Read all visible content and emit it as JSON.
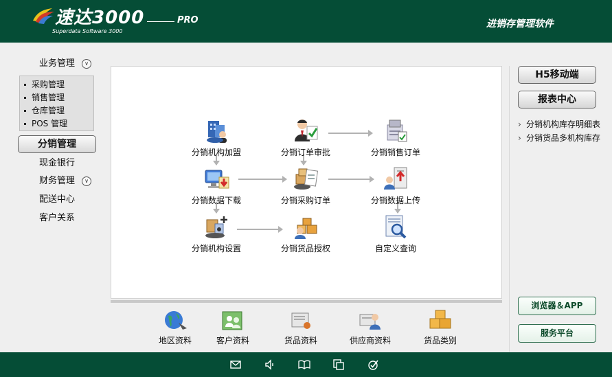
{
  "header": {
    "logo_text": "速达3000",
    "logo_badge": "PRO",
    "logo_sub": "Superdata Software 3000",
    "subtitle": "进销存管理软件",
    "brand_color": "#054d36"
  },
  "sidebar": {
    "items": [
      {
        "label": "业务管理",
        "expandable": true,
        "icon": "chevron-down-icon"
      },
      {
        "label": "分销管理",
        "active": true
      },
      {
        "label": "现金银行"
      },
      {
        "label": "财务管理",
        "expandable": true,
        "icon": "chevron-down-icon"
      },
      {
        "label": "配送中心"
      },
      {
        "label": "客户关系"
      }
    ],
    "submenu": [
      "采购管理",
      "销售管理",
      "仓库管理",
      "POS 管理"
    ]
  },
  "flow": {
    "nodes": [
      {
        "label": "分销机构加盟",
        "icon": "network-building-icon"
      },
      {
        "label": "分销订单审批",
        "icon": "approve-order-icon"
      },
      {
        "label": "分销销售订单",
        "icon": "sales-order-icon"
      },
      {
        "label": "分销数据下载",
        "icon": "data-download-icon"
      },
      {
        "label": "分销采购订单",
        "icon": "purchase-order-icon"
      },
      {
        "label": "分销数据上传",
        "icon": "data-upload-icon"
      },
      {
        "label": "分销机构设置",
        "icon": "org-settings-icon"
      },
      {
        "label": "分销货品授权",
        "icon": "goods-authorization-icon"
      },
      {
        "label": "自定义查询",
        "icon": "custom-query-icon"
      }
    ]
  },
  "quick_links": [
    {
      "label": "地区资料",
      "icon": "globe-icon"
    },
    {
      "label": "客户资料",
      "icon": "customer-card-icon"
    },
    {
      "label": "货品资料",
      "icon": "goods-doc-icon"
    },
    {
      "label": "供应商资料",
      "icon": "supplier-icon"
    },
    {
      "label": "货品类别",
      "icon": "boxes-icon"
    }
  ],
  "right": {
    "mobile_button": "H5移动端",
    "report_button": "报表中心",
    "links": [
      "分销机构库存明细表",
      "分销货品多机构库存"
    ],
    "browser_app_button": "浏览器＆APP",
    "service_button": "服务平台"
  },
  "footer": {
    "icons": [
      "mail-icon",
      "speaker-icon",
      "book-icon",
      "copy-icon",
      "check-circle-icon"
    ]
  }
}
